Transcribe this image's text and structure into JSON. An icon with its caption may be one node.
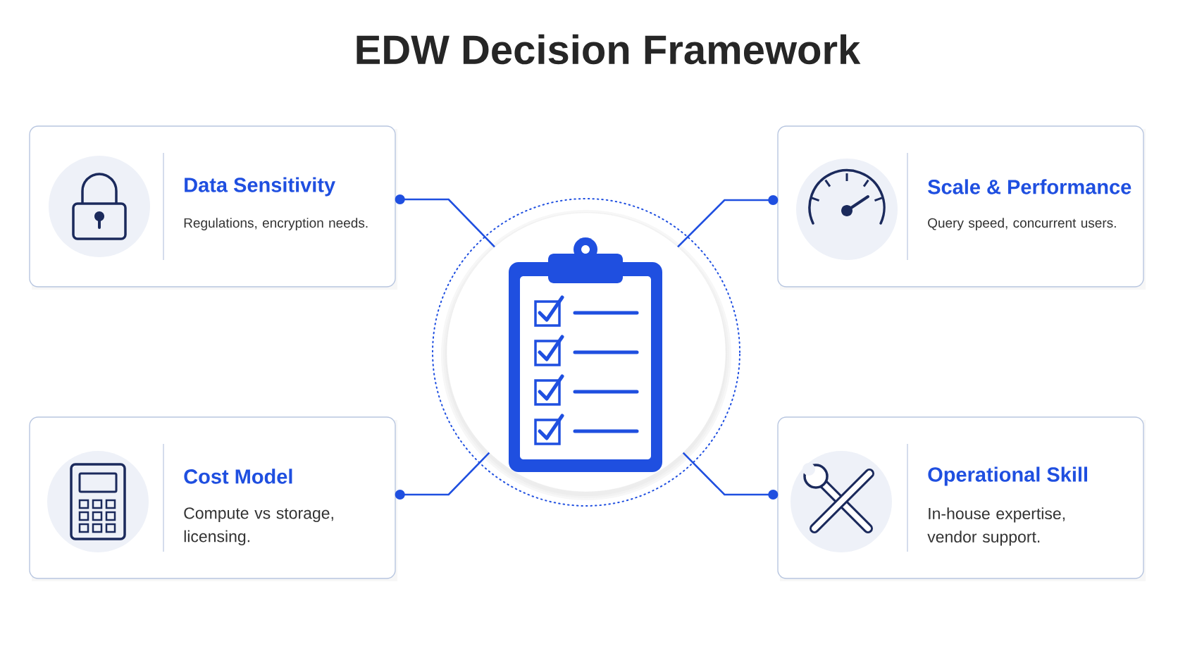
{
  "diagram": {
    "title": "EDW Decision Framework",
    "nodes": [
      {
        "text": [
          "Data Sensitivity",
          "Regulations, encryption needs."
        ]
      },
      {
        "text": [
          "Scale & Performance",
          "Query speed, concurrent users."
        ]
      },
      {
        "text": [],
        "shape": "circle"
      },
      {
        "text": [
          "Cost Model",
          "Compute vs storage, licensing."
        ]
      },
      {
        "text": [
          "Operational Skill",
          "In-house expertise, vendor support."
        ]
      }
    ],
    "edges": [
      {
        "from": 0,
        "to": 2,
        "arrow": "other"
      },
      {
        "from": 1,
        "to": 2,
        "arrow": "other"
      },
      {
        "from": 3,
        "to": 2,
        "arrow": "other"
      },
      {
        "from": 4,
        "to": 2,
        "arrow": "other"
      }
    ]
  }
}
